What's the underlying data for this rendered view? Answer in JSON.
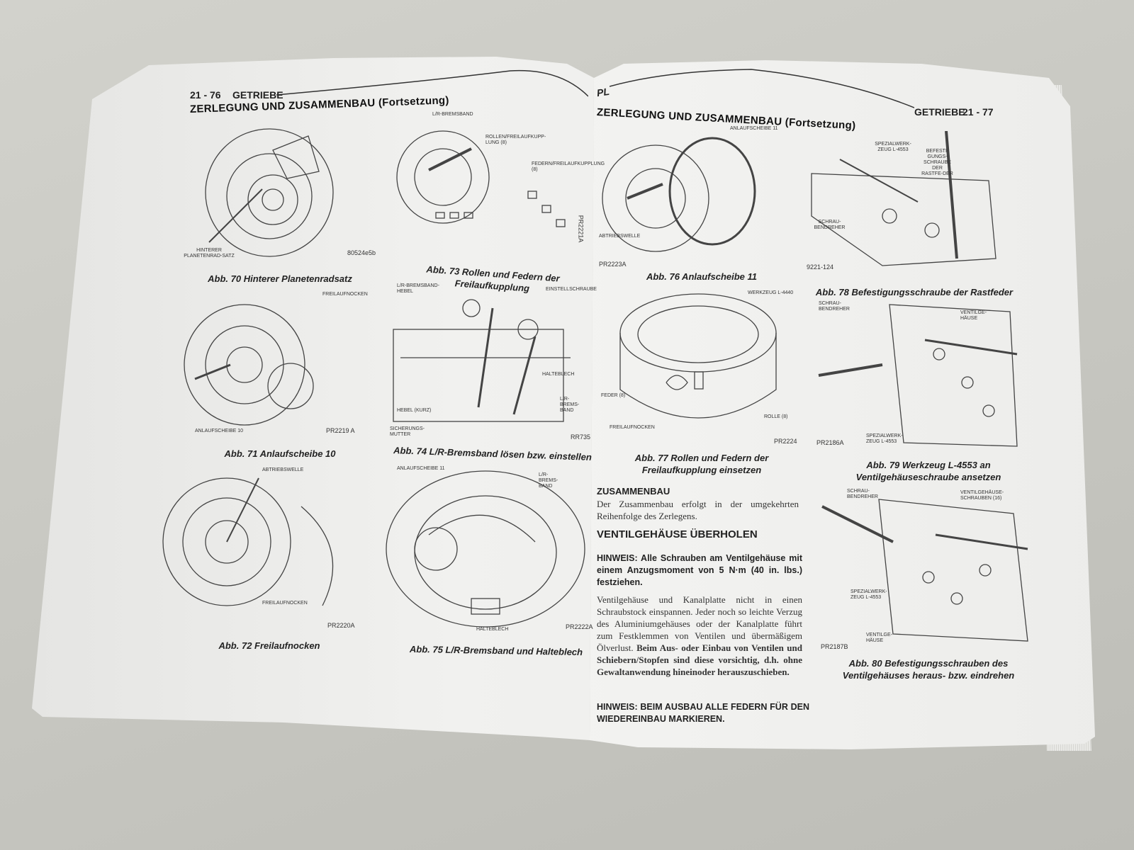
{
  "left_page": {
    "page_number": "21 - 76",
    "chapter": "GETRIEBE",
    "section_title": "ZERLEGUNG UND ZUSAMMENBAU (Fortsetzung)",
    "figures": [
      {
        "caption": "Abb. 70 Hinterer Planetenradsatz",
        "code": "80524e5b",
        "labels": [
          "HINTERER PLANETENRAD-SATZ"
        ]
      },
      {
        "caption": "Abb. 73 Rollen und Federn der Freilaufkupplung",
        "code": "PR2221A",
        "labels": [
          "L/R-BREMSBAND",
          "ROLLEN/FREILAUFKUPP-LUNG (8)",
          "FEDERN/FREILAUFKUPPLUNG (8)"
        ]
      },
      {
        "caption": "Abb. 71 Anlaufscheibe 10",
        "code": "PR2219 A",
        "labels": [
          "FREILAUFNOCKEN",
          "ANLAUFSCHEIBE 10"
        ]
      },
      {
        "caption": "Abb. 74 L/R-Bremsband lösen bzw. einstellen",
        "code": "RR735",
        "labels": [
          "L/R-BREMSBAND-HEBEL",
          "EINSTELLSCHRAUBE",
          "HALTEBLECH",
          "HEBEL (KURZ)",
          "SICHERUNGS-MUTTER",
          "L/R-BREMS-BAND"
        ]
      },
      {
        "caption": "Abb. 72 Freilaufnocken",
        "code": "PR2220A",
        "labels": [
          "ABTRIEBSWELLE",
          "FREILAUFNOCKEN"
        ]
      },
      {
        "caption": "Abb. 75 L/R-Bremsband und Halteblech",
        "code": "PR2222A",
        "labels": [
          "ANLAUFSCHEIBE 11",
          "L/R-BREMS-BAND",
          "HALTEBLECH"
        ]
      }
    ]
  },
  "right_page": {
    "page_number": "21 - 77",
    "chapter": "GETRIEBE",
    "model": "PL",
    "section_title": "ZERLEGUNG UND ZUSAMMENBAU (Fortsetzung)",
    "figures": [
      {
        "caption": "Abb. 76 Anlaufscheibe 11",
        "code": "PR2223A",
        "labels": [
          "ANLAUFSCHEIBE 11",
          "ABTRIEBSWELLE"
        ]
      },
      {
        "caption": "Abb. 78 Befestigungsschraube der Rastfeder",
        "code": "9221-124",
        "labels": [
          "SPEZIALWERK-ZEUG L-4553",
          "BEFESTI-GUNGS-SCHRAUBE DER RASTFE-DER",
          "SCHRAU-BENDREHER"
        ]
      },
      {
        "caption": "Abb. 77 Rollen und Federn der Freilaufkupplung einsetzen",
        "code": "PR2224",
        "labels": [
          "WERKZEUG L-4440",
          "FEDER (8)",
          "ROLLE (8)",
          "FREILAUFNOCKEN"
        ]
      },
      {
        "caption": "Abb. 79 Werkzeug L-4553 an Ventilgehäuseschraube ansetzen",
        "code": "PR2186A",
        "labels": [
          "SCHRAU-BENDREHER",
          "VENTILGE-HÄUSE",
          "SPEZIALWERK-ZEUG L-4553"
        ]
      },
      {
        "caption": "Abb. 80 Befestigungsschrauben des Ventilgehäuses heraus- bzw. eindrehen",
        "code": "PR2187B",
        "labels": [
          "SCHRAU-BENDREHER",
          "VENTILGEHÄUSE-SCHRAUBEN (16)",
          "SPEZIALWERK-ZEUG L-4553",
          "VENTILGE-HÄUSE"
        ]
      }
    ],
    "zusammenbau_heading": "ZUSAMMENBAU",
    "zusammenbau_text": "Der Zusammenbau erfolgt in der umgekehrten Reihenfolge des Zerlegens.",
    "ventil_heading": "VENTILGEHÄUSE ÜBERHOLEN",
    "note1": "HINWEIS: Alle Schrauben am Ventilgehäuse mit einem Anzugsmoment von 5 N·m (40 in. lbs.) festziehen.",
    "paragraph_normal": "Ventilgehäuse und Kanalplatte nicht in einen Schraubstock einspannen. Jeder noch so leichte Verzug des Aluminiumgehäuses oder der Kanalplatte führt zum Festklemmen von Ventilen und übermäßigem Ölverlust.",
    "paragraph_bold": "Beim Aus- oder Einbau von Ventilen und Schiebern/Stopfen sind diese vorsichtig, d.h. ohne Gewaltanwendung hineinoder herauszuschieben.",
    "note2": "HINWEIS: BEIM AUSBAU ALLE FEDERN FÜR DEN WIEDEREINBAU MARKIEREN."
  }
}
